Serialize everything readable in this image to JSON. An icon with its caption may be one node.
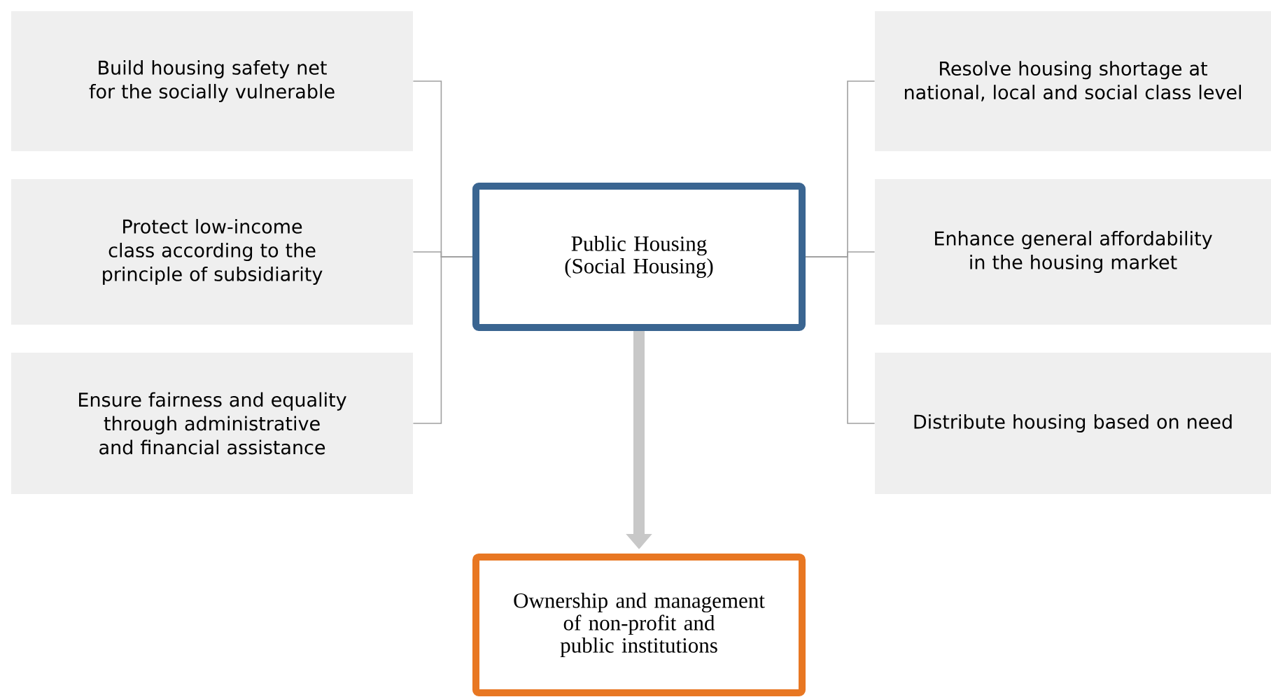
{
  "diagram": {
    "nodes": [
      {
        "text": [
          "Build housing safety net for the socially vulnerable"
        ]
      },
      {
        "text": [
          "Protect low-income class according to the principle of subsidiarity"
        ]
      },
      {
        "text": [
          "Ensure fairness and equality through administrative and financial assistance"
        ]
      },
      {
        "text": [
          "Public Housing (Social Housing)"
        ]
      },
      {
        "text": [
          "Resolve housing shortage at national, local and social class level"
        ]
      },
      {
        "text": [
          "Enhance general affordability in the housing market"
        ]
      },
      {
        "text": [
          "Distribute housing based on need"
        ]
      },
      {
        "text": [
          "Ownership and management of non-profit and public institutions"
        ]
      }
    ],
    "edges": [
      {
        "from": 0,
        "to": 3,
        "arrow": "none"
      },
      {
        "from": 1,
        "to": 3,
        "arrow": "none"
      },
      {
        "from": 2,
        "to": 3,
        "arrow": "none"
      },
      {
        "from": 3,
        "to": 4,
        "arrow": "none"
      },
      {
        "from": 3,
        "to": 5,
        "arrow": "none"
      },
      {
        "from": 3,
        "to": 6,
        "arrow": "none"
      },
      {
        "from": 3,
        "to": 7,
        "arrow": "to",
        "style": "thick",
        "color": "#c8c8c8"
      }
    ]
  }
}
